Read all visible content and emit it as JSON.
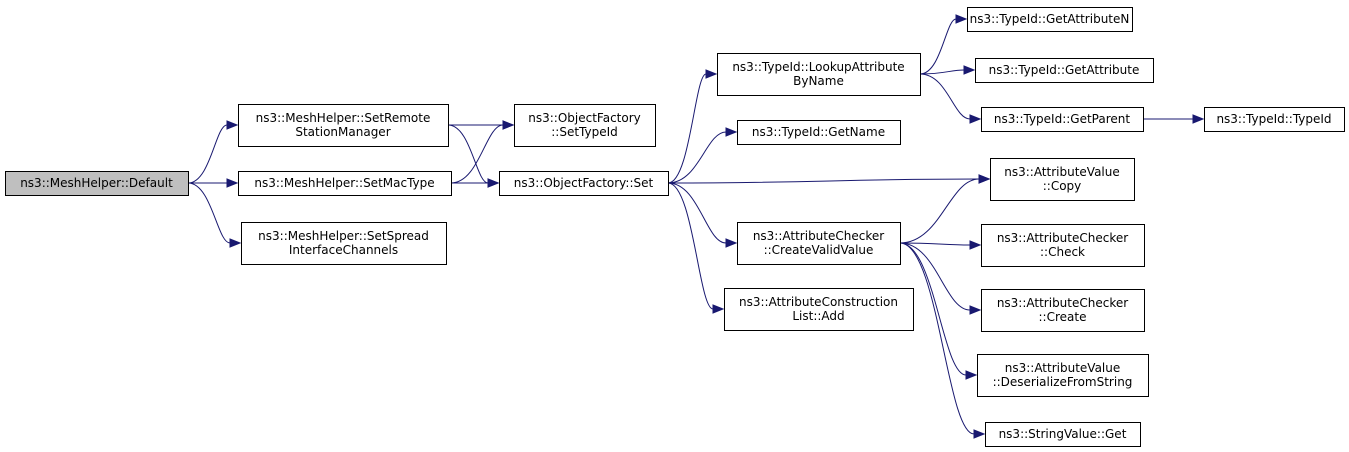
{
  "diagram": {
    "nodes": [
      {
        "id": "default",
        "lines": [
          "ns3::MeshHelper::Default"
        ],
        "root": true
      },
      {
        "id": "setremote",
        "lines": [
          "ns3::MeshHelper::SetRemote",
          "StationManager"
        ]
      },
      {
        "id": "setmactype",
        "lines": [
          "ns3::MeshHelper::SetMacType"
        ]
      },
      {
        "id": "setspread",
        "lines": [
          "ns3::MeshHelper::SetSpread",
          "InterfaceChannels"
        ]
      },
      {
        "id": "of_settypeid",
        "lines": [
          "ns3::ObjectFactory",
          "::SetTypeId"
        ]
      },
      {
        "id": "of_set",
        "lines": [
          "ns3::ObjectFactory::Set"
        ]
      },
      {
        "id": "lookup",
        "lines": [
          "ns3::TypeId::LookupAttribute",
          "ByName"
        ]
      },
      {
        "id": "getname",
        "lines": [
          "ns3::TypeId::GetName"
        ]
      },
      {
        "id": "createvalid",
        "lines": [
          "ns3::AttributeChecker",
          "::CreateValidValue"
        ]
      },
      {
        "id": "acl_add",
        "lines": [
          "ns3::AttributeConstruction",
          "List::Add"
        ]
      },
      {
        "id": "getattrn",
        "lines": [
          "ns3::TypeId::GetAttributeN"
        ]
      },
      {
        "id": "getattr",
        "lines": [
          "ns3::TypeId::GetAttribute"
        ]
      },
      {
        "id": "getparent",
        "lines": [
          "ns3::TypeId::GetParent"
        ]
      },
      {
        "id": "typeid",
        "lines": [
          "ns3::TypeId::TypeId"
        ]
      },
      {
        "id": "av_copy",
        "lines": [
          "ns3::AttributeValue",
          "::Copy"
        ]
      },
      {
        "id": "ac_check",
        "lines": [
          "ns3::AttributeChecker",
          "::Check"
        ]
      },
      {
        "id": "ac_create",
        "lines": [
          "ns3::AttributeChecker",
          "::Create"
        ]
      },
      {
        "id": "av_deser",
        "lines": [
          "ns3::AttributeValue",
          "::DeserializeFromString"
        ]
      },
      {
        "id": "sv_get",
        "lines": [
          "ns3::StringValue::Get"
        ]
      }
    ],
    "edges": [
      [
        "default",
        "setremote"
      ],
      [
        "default",
        "setmactype"
      ],
      [
        "default",
        "setspread"
      ],
      [
        "setremote",
        "of_settypeid"
      ],
      [
        "setremote",
        "of_set"
      ],
      [
        "setmactype",
        "of_settypeid"
      ],
      [
        "setmactype",
        "of_set"
      ],
      [
        "of_set",
        "lookup"
      ],
      [
        "of_set",
        "getname"
      ],
      [
        "of_set",
        "av_copy"
      ],
      [
        "of_set",
        "createvalid"
      ],
      [
        "of_set",
        "acl_add"
      ],
      [
        "lookup",
        "getattrn"
      ],
      [
        "lookup",
        "getattr"
      ],
      [
        "lookup",
        "getparent"
      ],
      [
        "getparent",
        "typeid"
      ],
      [
        "createvalid",
        "av_copy"
      ],
      [
        "createvalid",
        "ac_check"
      ],
      [
        "createvalid",
        "ac_create"
      ],
      [
        "createvalid",
        "av_deser"
      ],
      [
        "createvalid",
        "sv_get"
      ]
    ],
    "colors": {
      "edge": "#191970",
      "root_fill": "#bfbfbf",
      "node_fill": "#ffffff",
      "border": "#000000"
    }
  }
}
